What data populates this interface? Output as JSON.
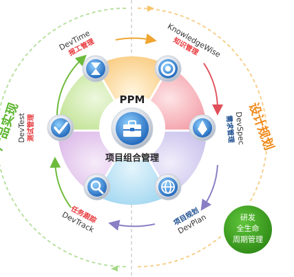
{
  "center": {
    "title": "PPM",
    "subtitle": "项目组合管理"
  },
  "side_left": {
    "label": "产品实现"
  },
  "side_right": {
    "label": "设计规划"
  },
  "lifecycle_badge": {
    "line1": "研发",
    "line2": "全生命",
    "line3": "周期管理"
  },
  "modules": [
    {
      "en": "DevTime",
      "cn": "报工管理",
      "icon": "hourglass-icon"
    },
    {
      "en": "KnowledgeWise",
      "cn": "知识管理",
      "icon": "lifebuoy-icon"
    },
    {
      "en": "DevSpec",
      "cn": "需求管理",
      "icon": "pen-nib-icon"
    },
    {
      "en": "DevPlan",
      "cn": "项目规划",
      "icon": "globe-icon"
    },
    {
      "en": "DevTrack",
      "cn": "任务跟踪",
      "icon": "magnifier-icon"
    },
    {
      "en": "DevTest",
      "cn": "测试管理",
      "icon": "checkmark-icon"
    }
  ],
  "colors": {
    "green": "#5ab52c",
    "orange": "#f08c1e",
    "red": "#e8363a",
    "blue_dark": "#1a4d8f",
    "ring_arrow": "#9aa2c8"
  }
}
